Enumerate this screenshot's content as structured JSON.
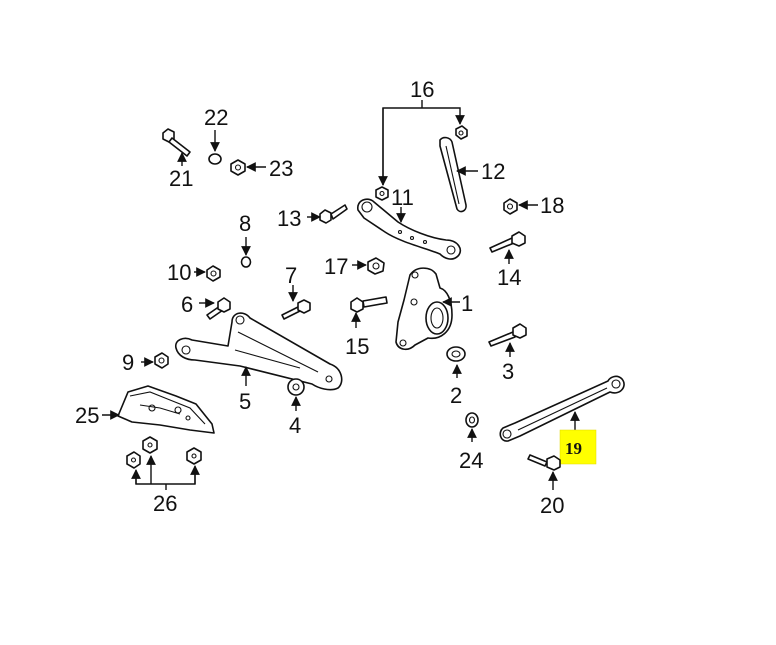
{
  "labels": {
    "l1": "1",
    "l2": "2",
    "l3": "3",
    "l4": "4",
    "l5": "5",
    "l6": "6",
    "l7": "7",
    "l8": "8",
    "l9": "9",
    "l10": "10",
    "l11": "11",
    "l12": "12",
    "l13": "13",
    "l14": "14",
    "l15": "15",
    "l16": "16",
    "l17": "17",
    "l18": "18",
    "l19": "19",
    "l20": "20",
    "l21": "21",
    "l22": "22",
    "l23": "23",
    "l24": "24",
    "l25": "25",
    "l26": "26"
  },
  "highlight": {
    "color": "#ffff00",
    "label_key": "l19"
  }
}
